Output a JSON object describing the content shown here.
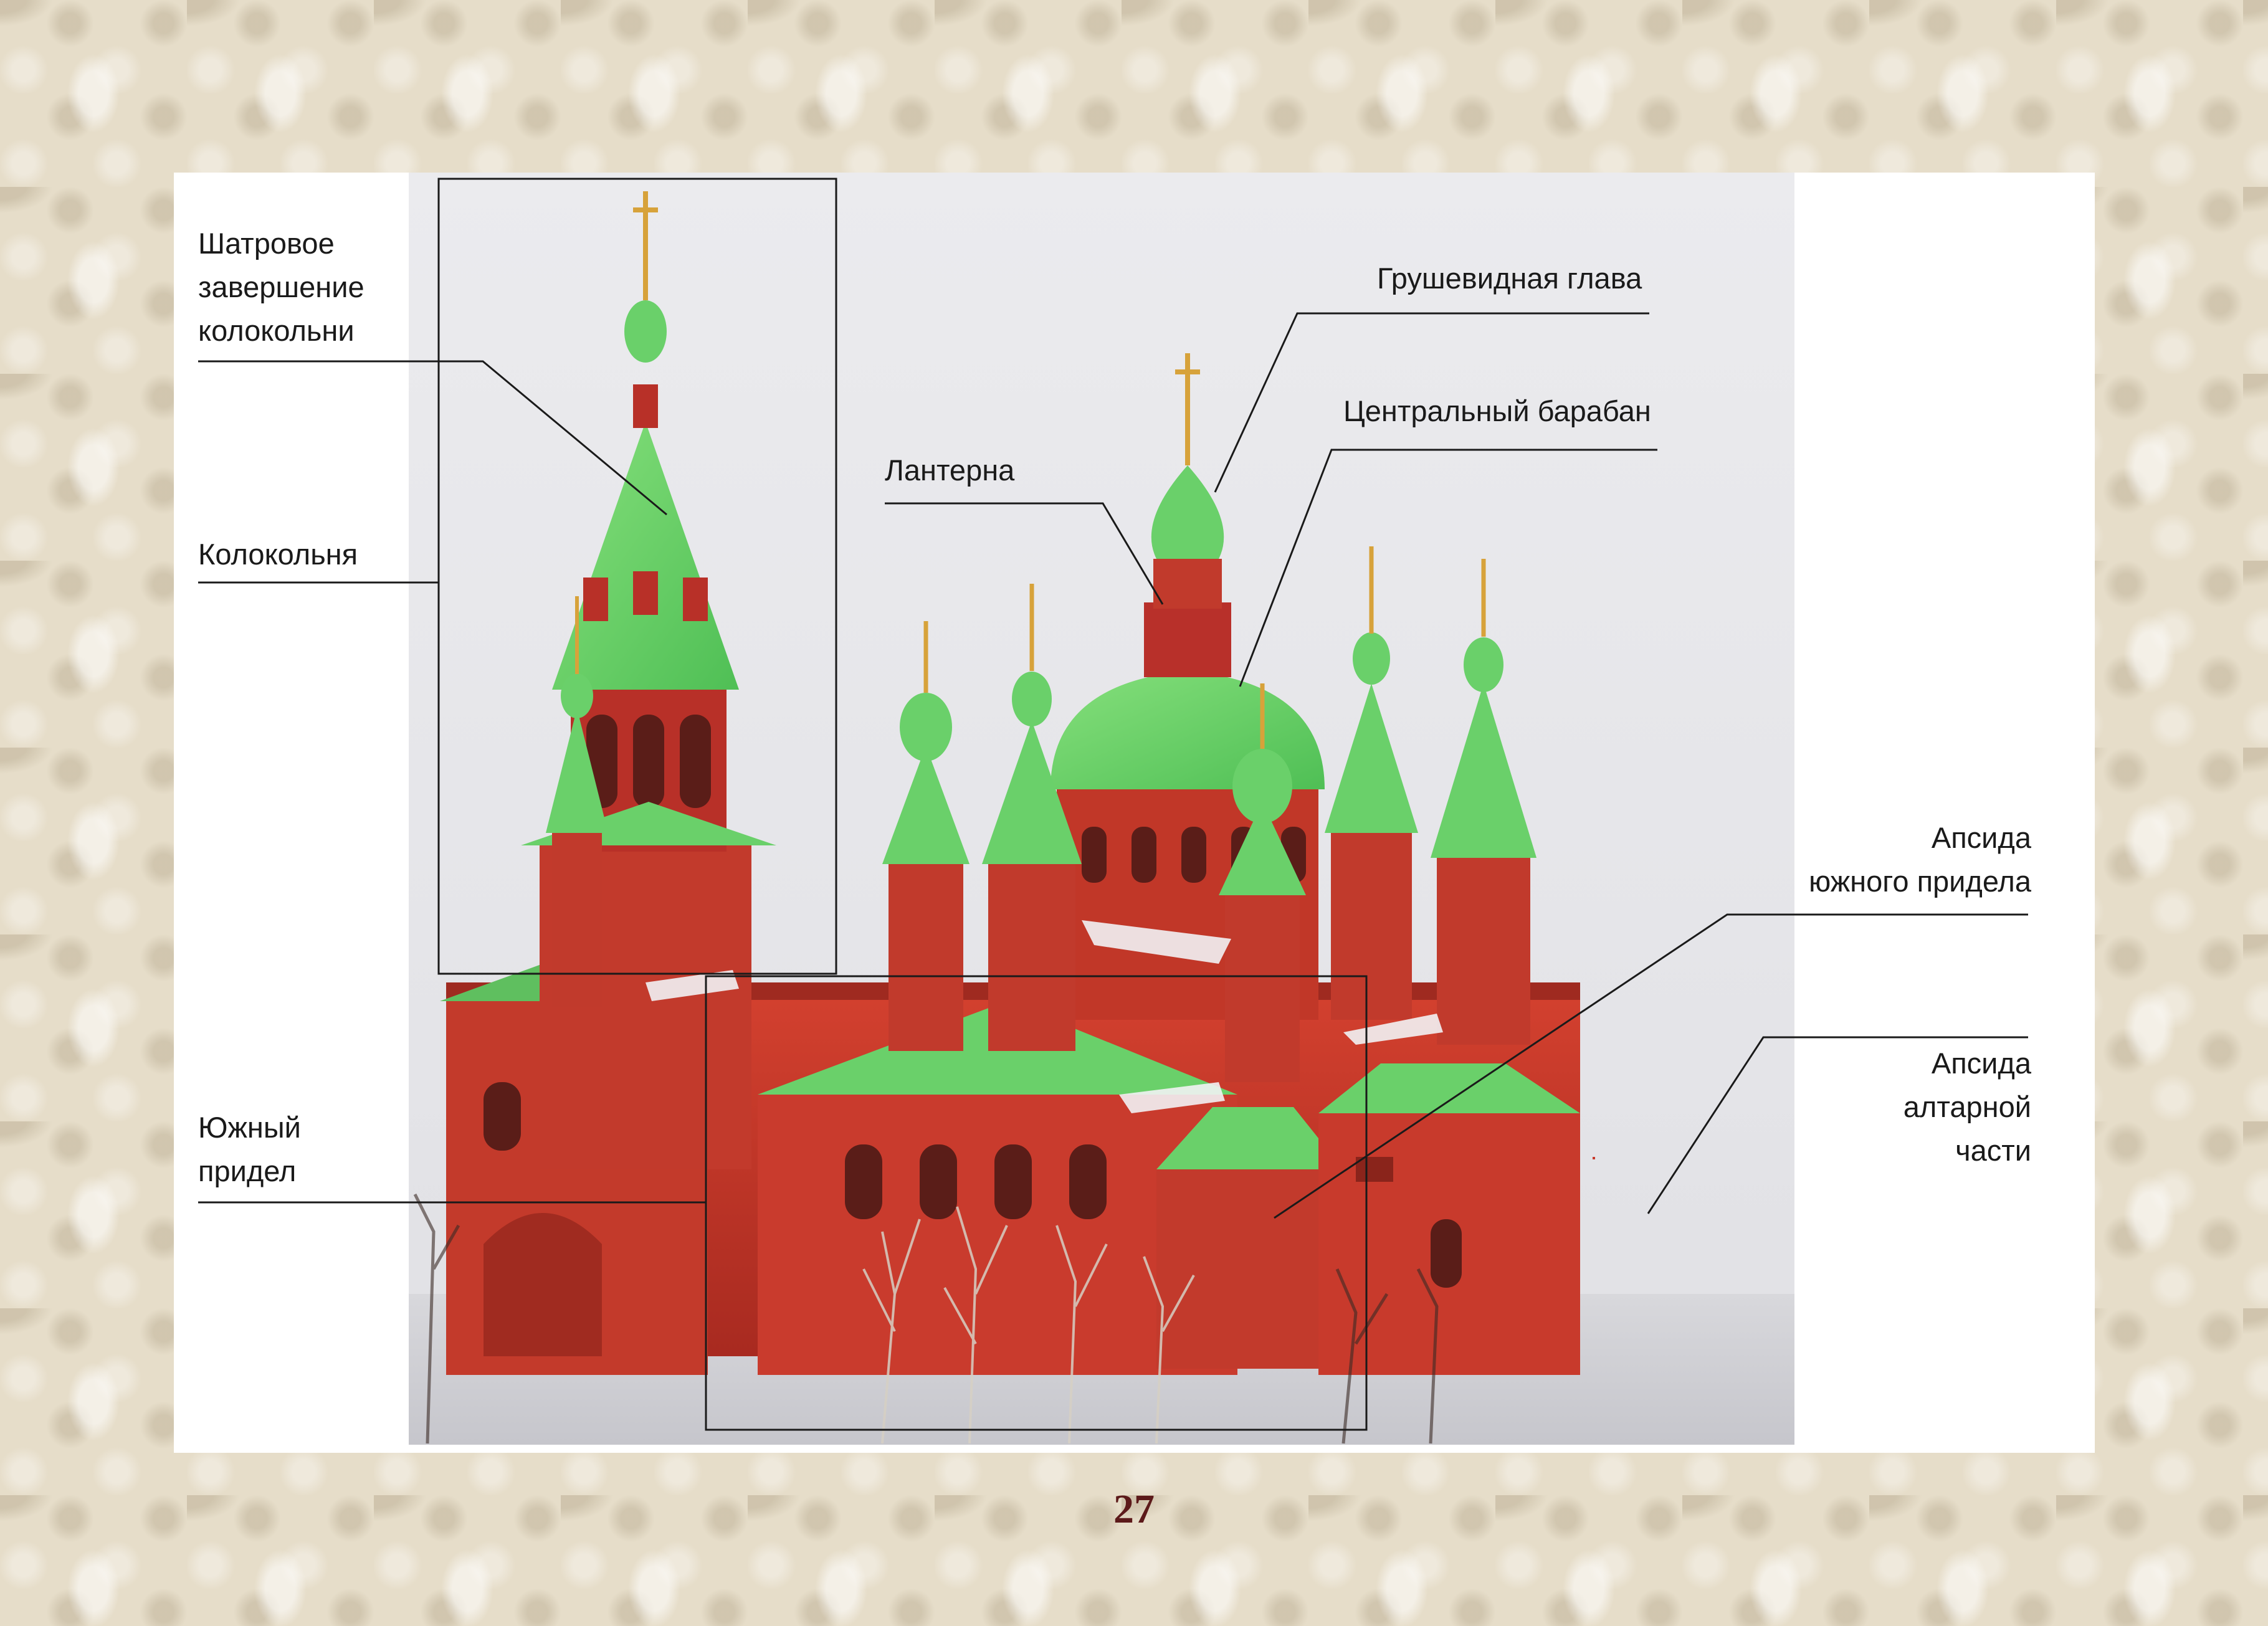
{
  "page": {
    "number": "27"
  },
  "labels": {
    "shatrovoe": [
      "Шатровое",
      "завершение",
      "колокольни"
    ],
    "kolokolnya": "Колокольня",
    "yuzhny_pridel": [
      "Южный",
      "придел"
    ],
    "grushevidnaya": "Грушевидная глава",
    "tsentralny_baraban": "Центральный барабан",
    "lanterna": "Лантерна",
    "apsida_yuzhnogo": [
      "Апсида",
      "южного придела"
    ],
    "apsida_altarnoy": [
      "Апсида",
      "алтарной",
      "части"
    ]
  },
  "colors": {
    "brick": "#c83a2c",
    "roof_green": "#6fd36a",
    "cross_gold": "#d7a23a",
    "leader_line": "#1a1a1a"
  }
}
